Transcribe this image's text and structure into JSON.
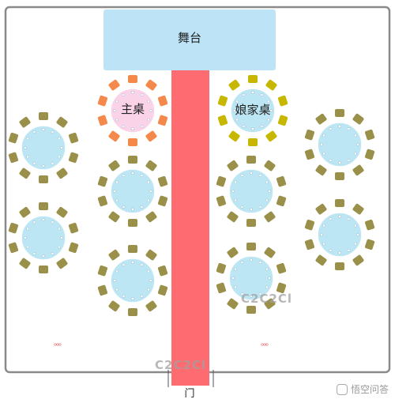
{
  "stage": {
    "label": "舞台",
    "color": "#bde4f6"
  },
  "aisle": {
    "color": "#fe6b70"
  },
  "door": {
    "label": "门"
  },
  "hall": {
    "border_color": "#8a8a8a"
  },
  "colors": {
    "guest_table_fill": "#bde6f5",
    "guest_chair": "#9a904a",
    "host_table_fill": "#fbd3e9",
    "host_chair": "#f4894b",
    "bride_family_table_fill": "#bde6f5",
    "bride_family_chair": "#c7b700",
    "dots": "#e05050"
  },
  "special_tables": [
    {
      "id": "host",
      "label": "主桌"
    },
    {
      "id": "bride-family",
      "label": "娘家桌"
    }
  ],
  "guest_table_count": 10,
  "chairs_per_table": 10,
  "ellipsis": [
    "。。。",
    "。。。"
  ],
  "watermarks": [
    "C2C2Cl",
    "C2C2Cl"
  ],
  "badge": {
    "text": "悟空问答",
    "icon": "chat-icon"
  }
}
